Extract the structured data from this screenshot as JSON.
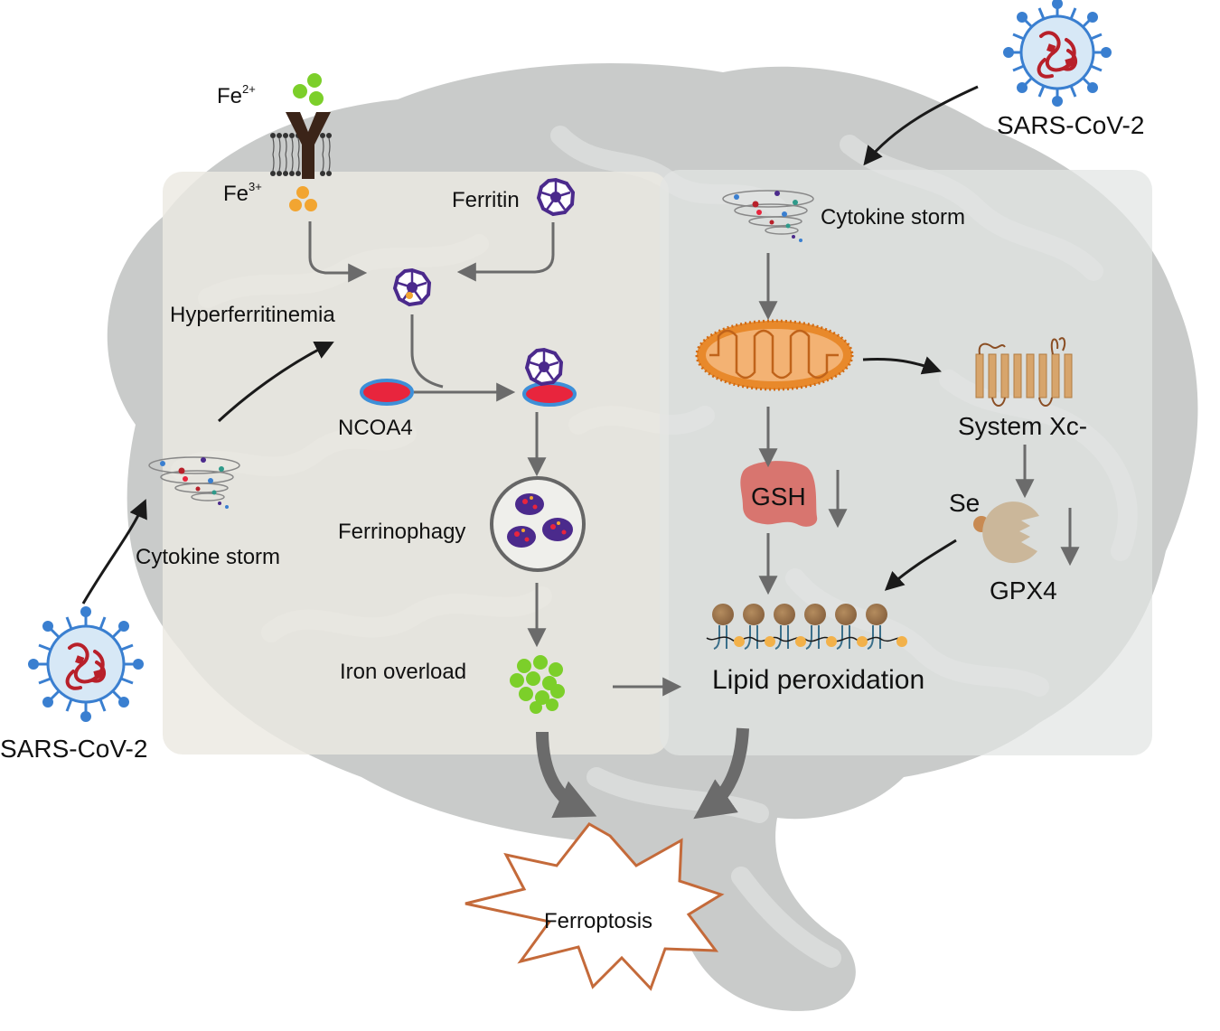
{
  "labels": {
    "fe2": "Fe",
    "fe2_charge": "2+",
    "fe3": "Fe",
    "fe3_charge": "3+",
    "ferritin": "Ferritin",
    "hyperferritinemia": "Hyperferritinemia",
    "ncoa4": "NCOA4",
    "ferrinophagy": "Ferrinophagy",
    "iron_overload": "Iron overload",
    "cytokine_storm_left": "Cytokine storm",
    "sars_left": "SARS-CoV-2",
    "sars_right": "SARS-CoV-2",
    "cytokine_storm_right": "Cytokine storm",
    "system_xc": "System Xc-",
    "gsh": "GSH",
    "se": "Se",
    "gpx4": "GPX4",
    "lipid_peroxidation": "Lipid peroxidation",
    "ferroptosis": "Ferroptosis"
  },
  "colors": {
    "brain": "#c9cbca",
    "brain_gyri": "#d9dbda",
    "panel": "#ece9e2",
    "arrow_gray": "#6b6b6b",
    "arrow_black": "#1a1a1a",
    "ferritin_purple": "#4b2a8c",
    "iron_green": "#7ccf2a",
    "iron_orange": "#f2a531",
    "ncoa4_red": "#e8253d",
    "ncoa4_blue": "#3d8fd8",
    "gsh_red": "#d8756f",
    "mito_orange": "#e8892b",
    "virus_blue": "#3a7fd0",
    "virus_red": "#b8202a",
    "ferroptosis_stroke": "#c46a3a"
  }
}
